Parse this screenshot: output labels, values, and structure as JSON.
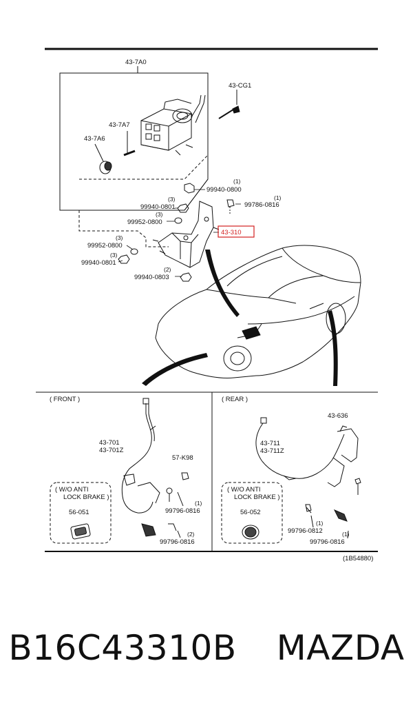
{
  "labels": {
    "hcu_assembly": "43-7A0",
    "relay_bolt": "43-CG1",
    "bolt_7a7": "43-7A7",
    "bushing_7a6": "43-7A6",
    "nut_top_qty": "(1)",
    "nut_top": "99940-0800",
    "bolt_right_qty": "(1)",
    "bolt_right": "99786-0816",
    "nut_upper_qty": "(3)",
    "nut_upper": "99940-0801",
    "washer_upper_qty": "(3)",
    "washer_upper": "99952-0800",
    "highlighted_part": "43-310",
    "washer_lower_qty": "(3)",
    "washer_lower": "99952-0800",
    "nut_lower_qty": "(3)",
    "nut_lower": "99940-0801",
    "nut_bottom_qty": "(2)",
    "nut_bottom": "99940-0803",
    "front_heading": "( FRONT )",
    "front_sensor_l": "43-701",
    "front_sensor_r": "43-701Z",
    "front_bolt": "57-K98",
    "front_bolt1_qty": "(1)",
    "front_bolt1": "99796-0816",
    "front_bolt2_qty": "(2)",
    "front_bolt2": "99796-0816",
    "front_wo_line1": "( W/O  ANTI",
    "front_wo_line2": "LOCK  BRAKE )",
    "front_plug": "56-051",
    "rear_heading": "( REAR )",
    "rear_bracket": "43-636",
    "rear_sensor_l": "43-711",
    "rear_sensor_r": "43-711Z",
    "rear_wo_line1": "( W/O  ANTI",
    "rear_wo_line2": "LOCK  BRAKE )",
    "rear_plug": "56-052",
    "rear_bolt1_qty": "(1)",
    "rear_bolt1": "99796-0812",
    "rear_bolt2_qty": "(1)",
    "rear_bolt2": "99796-0816",
    "figure_code": "(1B54880)"
  },
  "footer": {
    "part_number": "B16C43310B",
    "brand": "MAZDA"
  },
  "colors": {
    "line": "#111111",
    "highlight": "#d21f1f"
  }
}
